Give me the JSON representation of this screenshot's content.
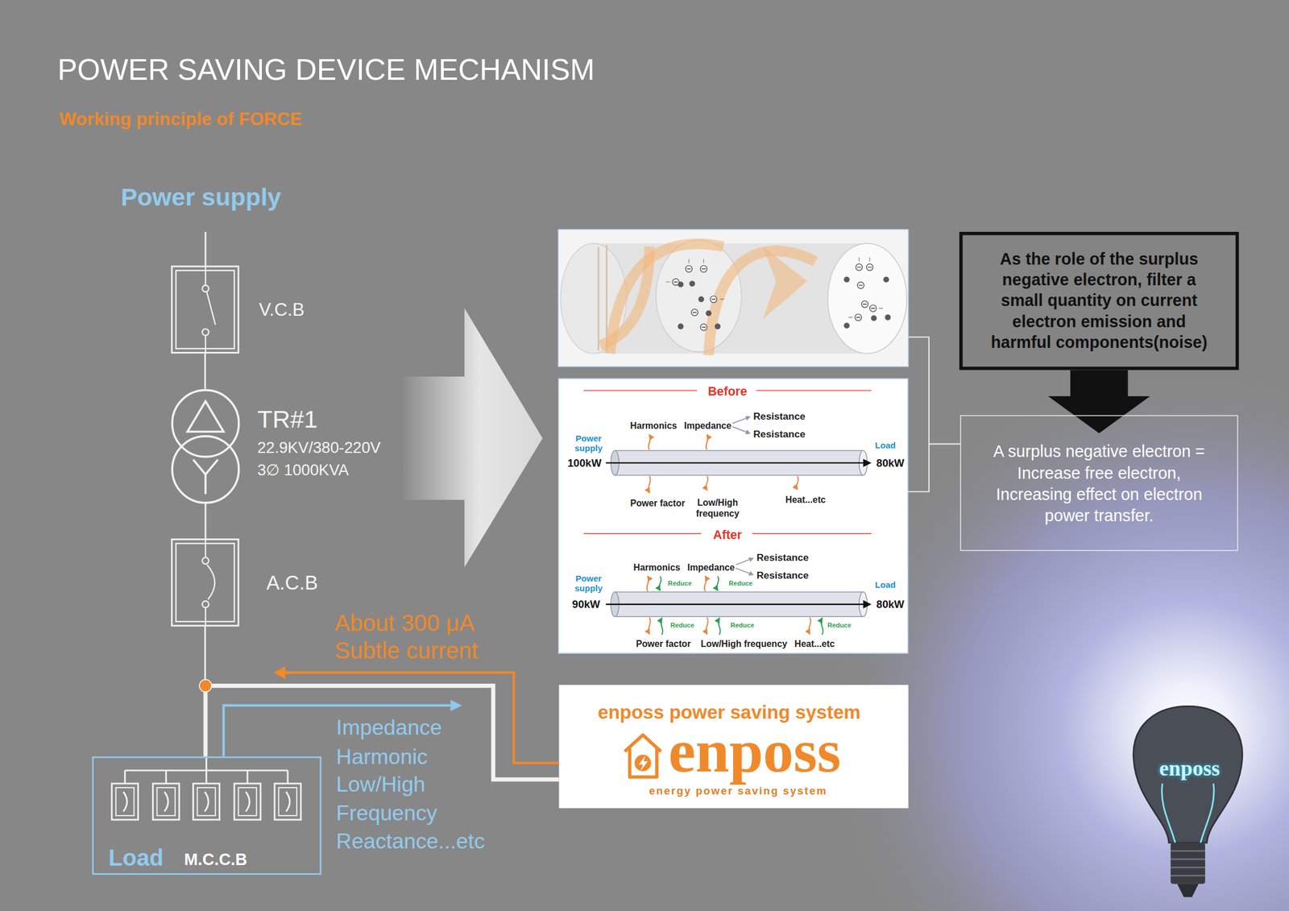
{
  "diagram": {
    "title": "POWER SAVING DEVICE MECHANISM",
    "nodes": [
      {
        "text": [
          "V.C.B"
        ]
      },
      {
        "text": [
          "TR#1",
          "22.9KV/380-220V",
          "3∅ 1000KVA"
        ]
      },
      {
        "text": [
          "A.C.B"
        ]
      },
      {
        "text": [
          "Load",
          "M.C.C.B"
        ]
      },
      {
        "text": [
          "Before",
          "Harmonics",
          "Impedance",
          "Resistance",
          "Resistance",
          "Power supply",
          "100kW",
          "Load",
          "80kW",
          "Power factor",
          "Low/High frequency",
          "Heat...etc",
          "After",
          "Harmonics",
          "Impedance",
          "Resistance",
          "Resistance",
          "Power supply",
          "90kW",
          "Reduce",
          "Reduce",
          "Load",
          "80kW",
          "Reduce",
          "Reduce",
          "Reduce",
          "Power factor",
          "Low/High frequency",
          "Heat...etc"
        ]
      },
      {
        "text": [
          "enposs power saving system",
          "enposs",
          "energy power saving system"
        ]
      },
      {
        "text": [
          "As the role of the surplus negative electron, filter a small quantity on current electron emission and harmful components(noise)"
        ]
      },
      {
        "text": [
          "A surplus negative electron = Increase free electron, Increasing effect on electron power transfer."
        ]
      },
      {
        "text": [
          "enposs"
        ]
      }
    ],
    "edges": [
      {
        "from": 0,
        "to": 1,
        "arrow": "none"
      },
      {
        "from": 1,
        "to": 2,
        "arrow": "none"
      },
      {
        "from": 2,
        "to": 3,
        "arrow": "none"
      },
      {
        "from": 5,
        "to": 3,
        "arrow": "none"
      },
      {
        "from": 4,
        "to": 7,
        "arrow": "none"
      },
      {
        "from": 6,
        "to": 7,
        "arrow": "to"
      }
    ],
    "labels": [
      "Working principle of FORCE",
      "Power supply",
      "About 300 μA Subtle current",
      "Impedance Harmonic Low/High Frequency Reactance...etc"
    ]
  }
}
